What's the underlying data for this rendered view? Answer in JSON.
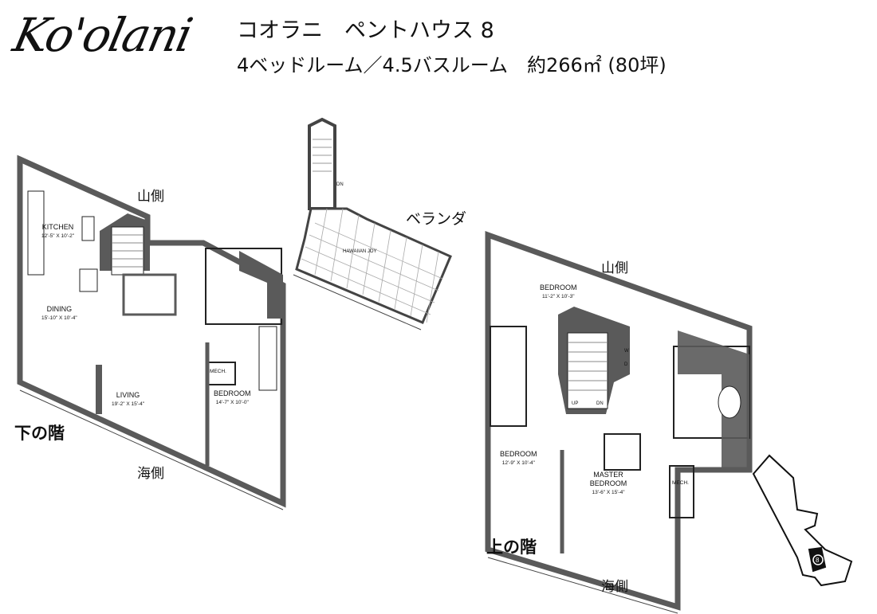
{
  "logo": "Ko'olani",
  "header": {
    "title": "コオラニ　ペントハウス 8",
    "subtitle": "4ベッドルーム／4.5バスルーム　約266㎡ (80坪)"
  },
  "lower_floor": {
    "label": "下の階",
    "mountain_side": "山側",
    "ocean_side": "海側",
    "rooms": [
      {
        "name": "KITCHEN",
        "size": "12'-5\" X 10'-2\""
      },
      {
        "name": "DINING",
        "size": "15'-10\" X 10'-4\""
      },
      {
        "name": "LIVING",
        "size": "19'-2\" X 15'-4\""
      },
      {
        "name": "BEDROOM",
        "size": "14'-7\" X 10'-0\""
      },
      {
        "name": "MECH.",
        "size": ""
      }
    ]
  },
  "veranda": {
    "label": "ベランダ",
    "floor_note": "HAWAIIAN JOY",
    "stair_note": "DN"
  },
  "upper_floor": {
    "label": "上の階",
    "mountain_side": "山側",
    "ocean_side": "海側",
    "rooms": [
      {
        "name": "BEDROOM",
        "size": "11'-2\" X 10'-3\""
      },
      {
        "name": "BEDROOM",
        "size": "12'-9\" X 10'-4\""
      },
      {
        "name": "MASTER BEDROOM",
        "size": "13'-6\" X 15'-4\""
      },
      {
        "name": "MECH.",
        "size": ""
      }
    ],
    "stair_up": "UP",
    "stair_down": "DN",
    "washer": "W",
    "dryer": "D"
  },
  "key_plan": {
    "unit_number": "8"
  },
  "colors": {
    "wall": "#5a5a5a",
    "line": "#222222",
    "key_unit": "#111111"
  }
}
